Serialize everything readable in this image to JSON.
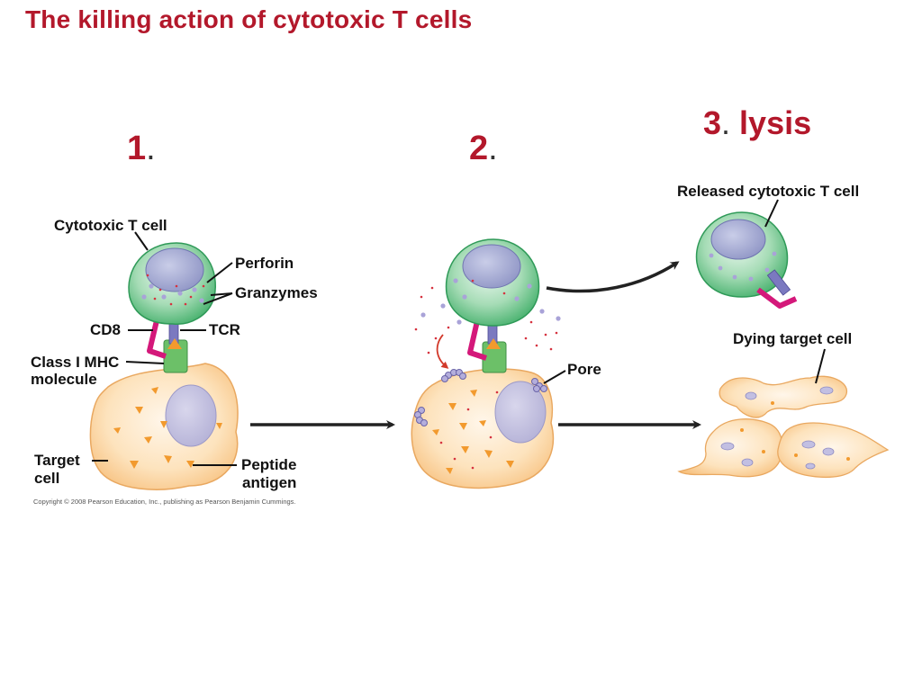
{
  "title": "The killing action of cytotoxic T cells",
  "steps": [
    {
      "number": "1",
      "suffix": ".",
      "text": ""
    },
    {
      "number": "2",
      "suffix": ".",
      "text": ""
    },
    {
      "number": "3",
      "suffix": ".",
      "text": " lysis"
    }
  ],
  "labels": {
    "cytotoxic_t_cell": "Cytotoxic T cell",
    "perforin": "Perforin",
    "granzymes": "Granzymes",
    "cd8": "CD8",
    "tcr": "TCR",
    "class_i_mhc_line1": "Class I MHC",
    "class_i_mhc_line2": "molecule",
    "target_cell_line1": "Target",
    "target_cell_line2": "cell",
    "peptide_antigen_line1": "Peptide",
    "peptide_antigen_line2": "antigen",
    "pore": "Pore",
    "released_cytotoxic_t_cell": "Released cytotoxic T cell",
    "dying_target_cell": "Dying target cell"
  },
  "copyright": "Copyright © 2008 Pearson Education, Inc., publishing as Pearson Benjamin Cummings.",
  "colors": {
    "title_red": "#b3182b",
    "t_cell_green": "#5ec27e",
    "nucleus_blue": "#a9aed6",
    "target_orange": "#fbd8a6",
    "cd8_magenta": "#d4187a",
    "mhc_green": "#6cc068",
    "antigen_orange": "#f29a2e",
    "arrow_dark": "#222222"
  }
}
